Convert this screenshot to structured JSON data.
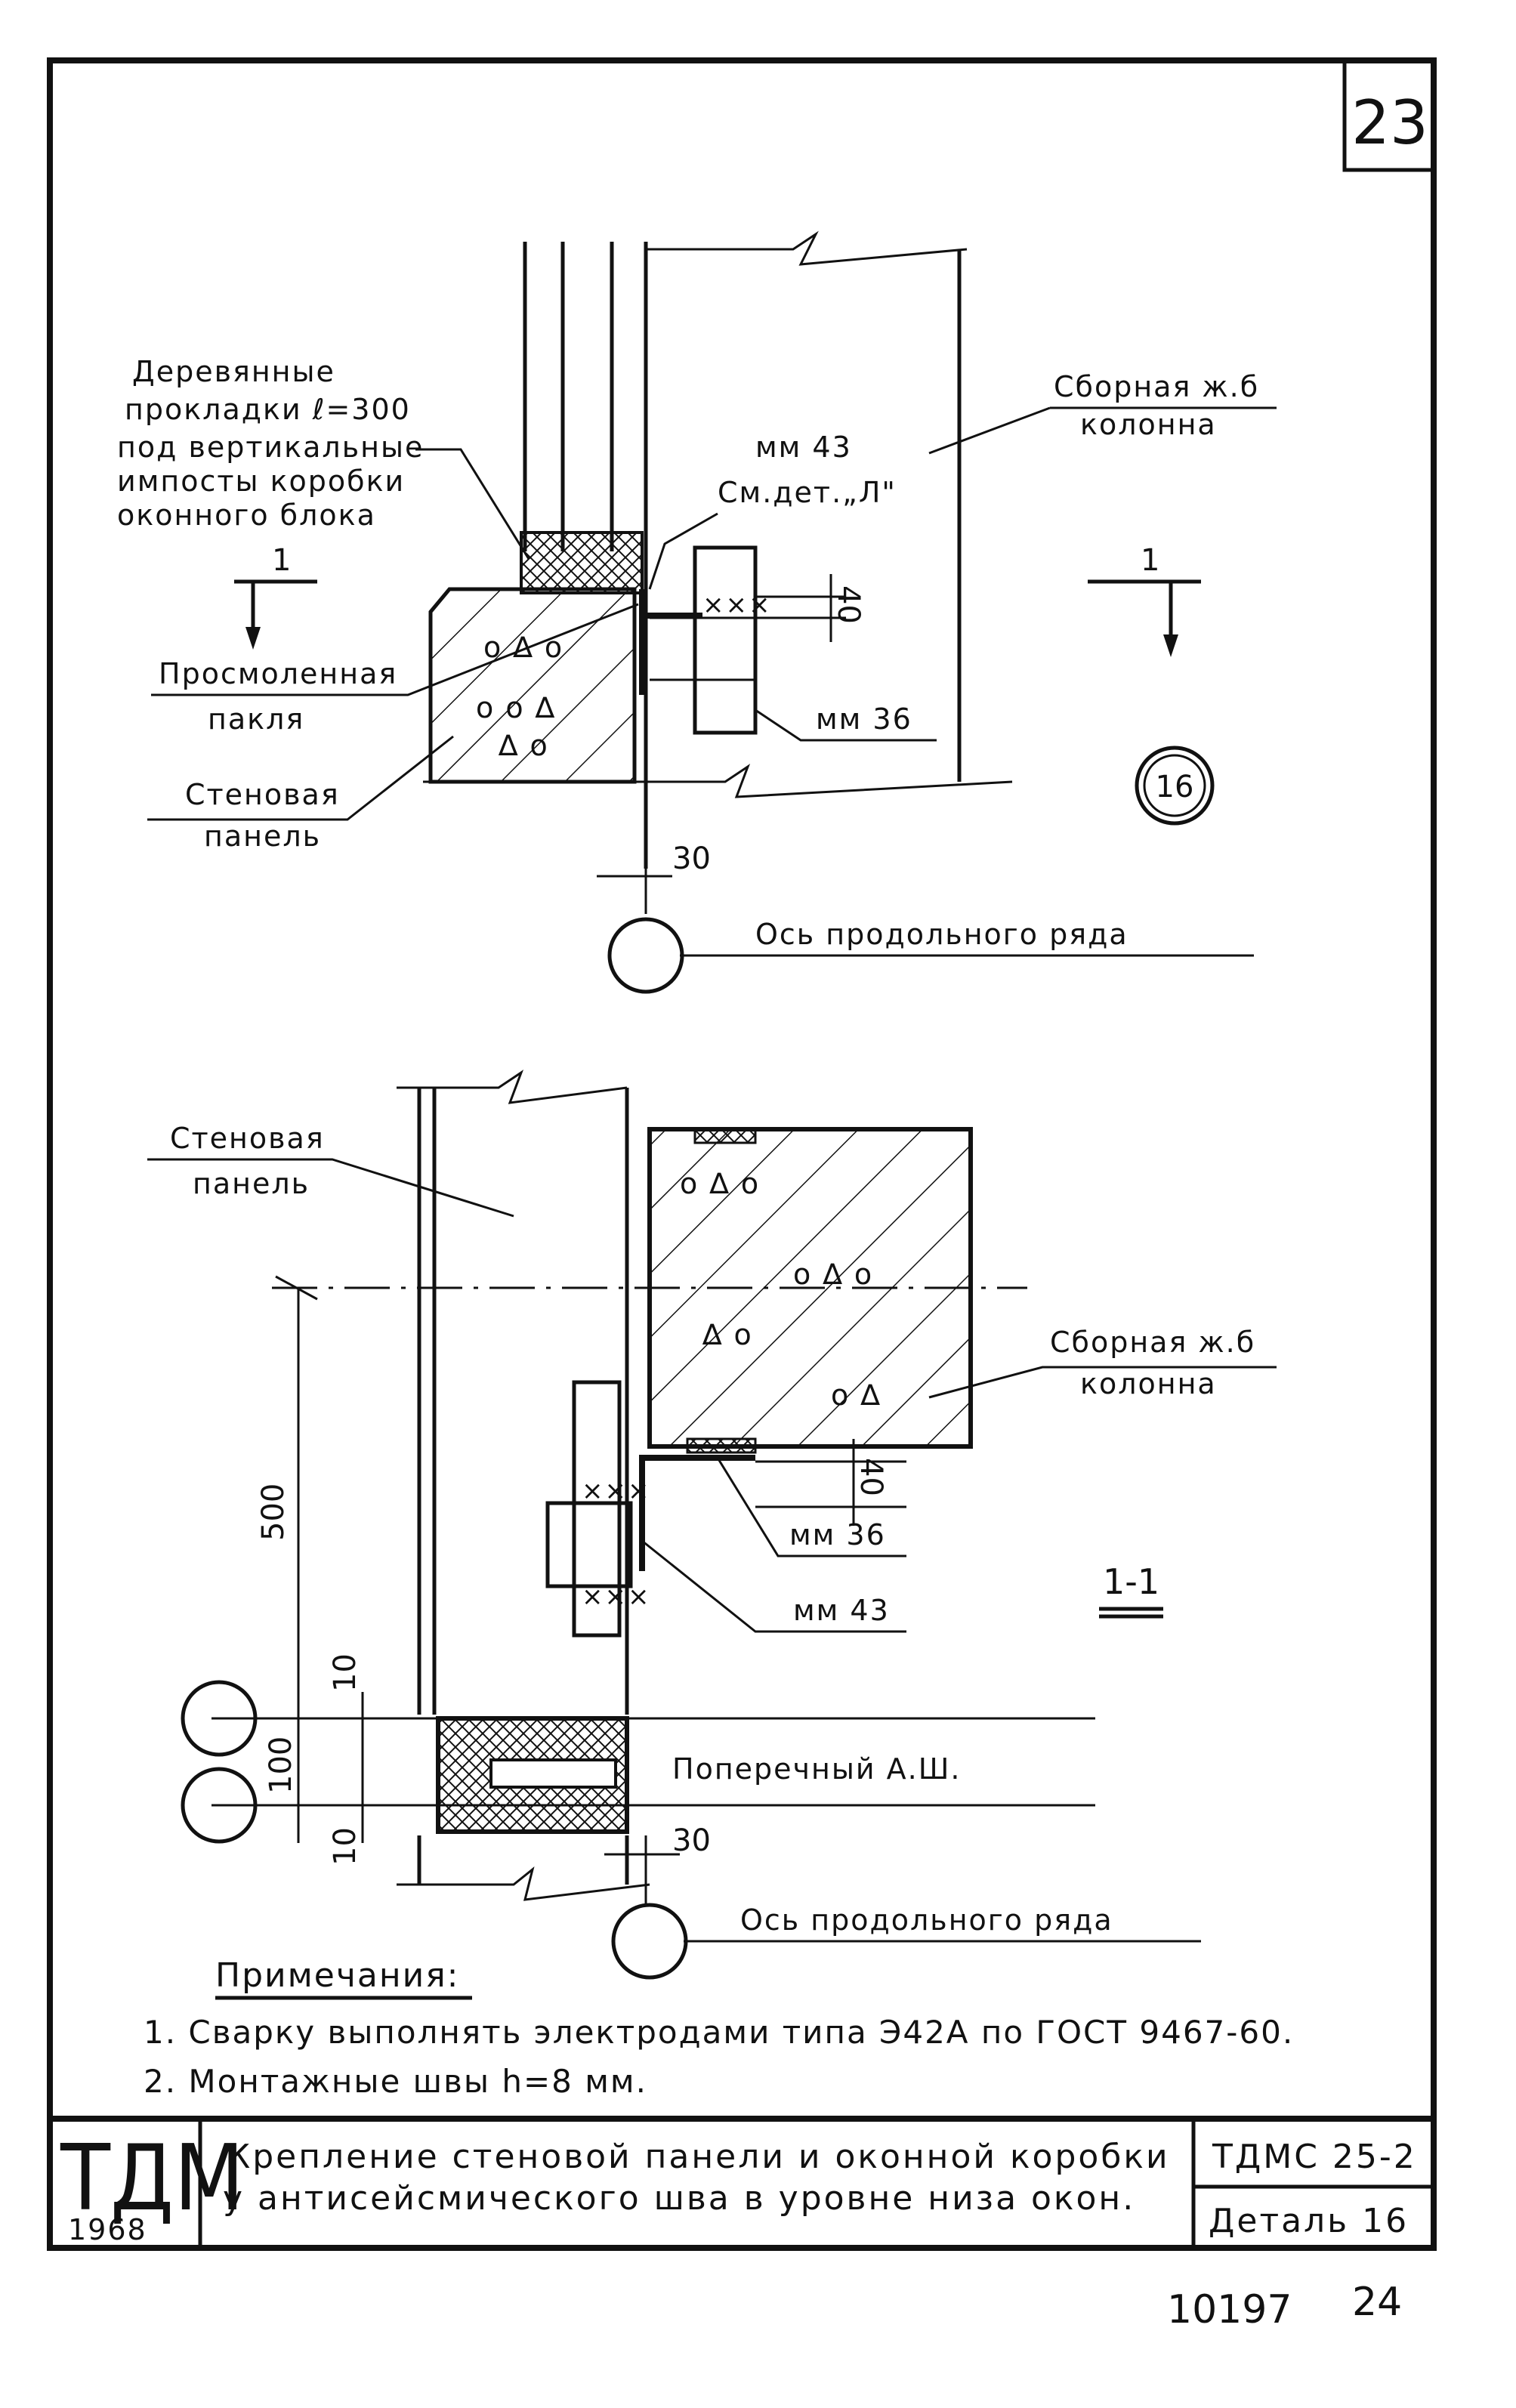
{
  "sheet_number": "23",
  "detail_marker": "16",
  "top_view": {
    "label_wood_pads": [
      "Деревянные",
      "прокладки ℓ=300",
      "под вертикальные",
      "импосты коробки",
      "оконного блока"
    ],
    "label_precast_column": [
      "Сборная ж.б",
      "колонна"
    ],
    "label_mm43_ref": [
      "мм 43",
      "См.дет.„Л\""
    ],
    "dim_40": "40",
    "label_tarred_tow": [
      "Просмоленная",
      "пакля"
    ],
    "label_mm36": "мм 36",
    "label_wall_panel": [
      "Стеновая",
      "панель"
    ],
    "section_mark": "1",
    "dim_30": "30",
    "label_axis": "Ось продольного ряда"
  },
  "section_view": {
    "label_wall_panel": [
      "Стеновая",
      "панель"
    ],
    "label_precast_column": [
      "Сборная ж.б",
      "колонна"
    ],
    "dim_40": "40",
    "label_mm36": "мм 36",
    "label_mm43": "мм 43",
    "section_title": "1-1",
    "dim_500": "500",
    "dim_10_top": "10",
    "dim_100": "100",
    "dim_10_bottom": "10",
    "label_transverse_joint": "Поперечный А.Ш.",
    "dim_30": "30",
    "label_axis": "Ось продольного ряда"
  },
  "notes": {
    "heading": "Примечания:",
    "items": [
      "1.  Сварку выполнять электродами типа Э42А по ГОСТ 9467-60.",
      "2.  Монтажные швы h=8 мм."
    ]
  },
  "title_block": {
    "org": "ТДМ",
    "year": "1968",
    "title_line1": "Крепление стеновой панели и оконной коробки",
    "title_line2": "у антисейсмического шва в уровне низа окон.",
    "series": "ТДМС 25-2",
    "detail": "Деталь 16"
  },
  "footer": {
    "code": "10197",
    "page": "24"
  }
}
